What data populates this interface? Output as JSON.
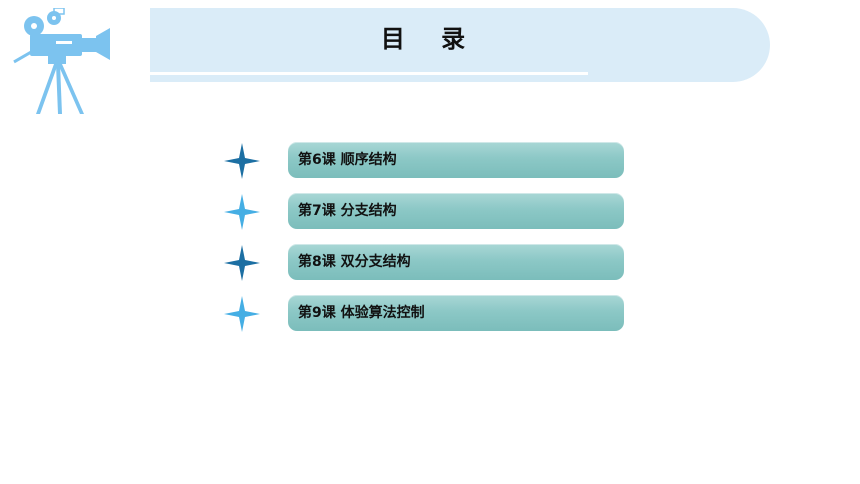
{
  "header": {
    "title": "目 录",
    "logo_icon": "film-camera-icon"
  },
  "colors": {
    "banner": "#daecf8",
    "item_bg": "#8cc8c6",
    "star_dark": "#1c6fa3",
    "star_light": "#45aee4",
    "camera": "#7cc3ef"
  },
  "menu": {
    "items": [
      {
        "label": "第6课 顺序结构",
        "icon": "star-dark-icon"
      },
      {
        "label": "第7课 分支结构",
        "icon": "star-light-icon"
      },
      {
        "label": "第8课 双分支结构",
        "icon": "star-dark-icon"
      },
      {
        "label": "第9课 体验算法控制",
        "icon": "star-light-icon"
      }
    ]
  }
}
